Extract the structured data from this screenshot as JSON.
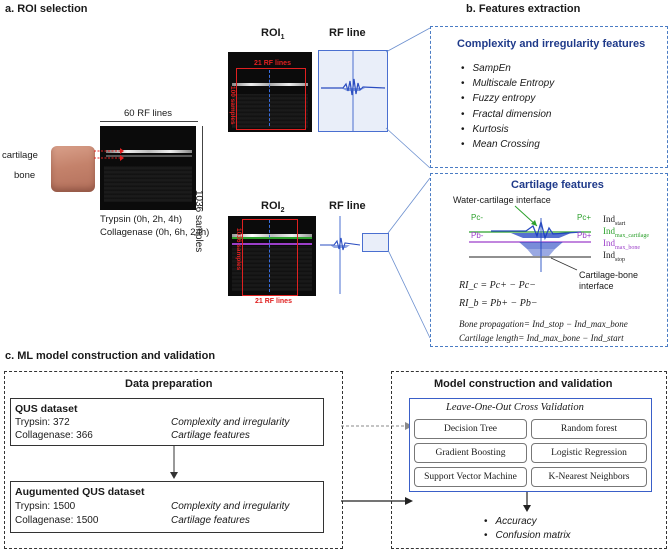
{
  "panel_a": {
    "title": "a. ROI selection",
    "rf_lines_top": "60 RF lines",
    "samples_side": "1036 samples",
    "tissue_labels": [
      "cartilage",
      "bone"
    ],
    "treatments": [
      "Trypsin (0h, 2h, 4h)",
      "Collagenase (0h, 6h, 24h)"
    ],
    "roi1": {
      "label": "ROI",
      "sub": "1",
      "rf_lines": "21 RF lines",
      "samples": "100 samples"
    },
    "roi2": {
      "label": "ROI",
      "sub": "2",
      "rf_lines": "21 RF lines",
      "samples": "1036 samples"
    },
    "rf_line_label": "RF line"
  },
  "panel_b": {
    "title": "b. Features extraction",
    "box1_title": "Complexity and irregularity features",
    "features": [
      "SampEn",
      "Multiscale Entropy",
      "Fuzzy entropy",
      "Fractal dimension",
      "Kurtosis",
      "Mean Crossing"
    ],
    "box2_title": "Cartilage features",
    "water_interface": "Water-cartilage interface",
    "bone_interface": "Cartilage-bone interface",
    "markers": {
      "pc_minus": "Pc-",
      "pc_plus": "Pc+",
      "pb_minus": "Pb-",
      "pb_plus": "Pb+"
    },
    "indices": {
      "start": "Ind",
      "start_sub": "start",
      "max_cart": "Ind",
      "max_cart_sub": "max_cartilage",
      "max_bone": "Ind",
      "max_bone_sub": "max_bone",
      "stop": "Ind",
      "stop_sub": "stop"
    },
    "equations": [
      "RI_c = Pc+ − Pc−",
      "RI_b = Pb+ − Pb−",
      "Bone propagation= Ind_stop − Ind_max_bone",
      "Cartilage length= Ind_max_bone − Ind_start"
    ]
  },
  "panel_c": {
    "title": "c. ML model construction and validation",
    "data_prep_title": "Data preparation",
    "qus_title": "QUS dataset",
    "qus_rows": [
      [
        "Trypsin: 372",
        "Complexity and irregularity"
      ],
      [
        "Collagenase: 366",
        "Cartilage features"
      ]
    ],
    "aug_title": "Augumented QUS dataset",
    "aug_rows": [
      [
        "Trypsin: 1500",
        "Complexity and irregularity"
      ],
      [
        "Collagenase: 1500",
        "Cartilage features"
      ]
    ],
    "model_title": "Model construction and validation",
    "loocv": "Leave-One-Out Cross Validation",
    "models": [
      "Decision Tree",
      "Random forest",
      "Gradient Boosting",
      "Logistic Regression",
      "Support Vector Machine",
      "K-Nearest Neighbors"
    ],
    "outputs": [
      "Accuracy",
      "Confusion matrix"
    ]
  },
  "colors": {
    "roi_red": "#e02020",
    "blue": "#3a5fc8",
    "dash_blue": "#4a7cc4",
    "green": "#2ca02c",
    "purple": "#9c3fc9",
    "title_navy": "#1f3a8a"
  }
}
